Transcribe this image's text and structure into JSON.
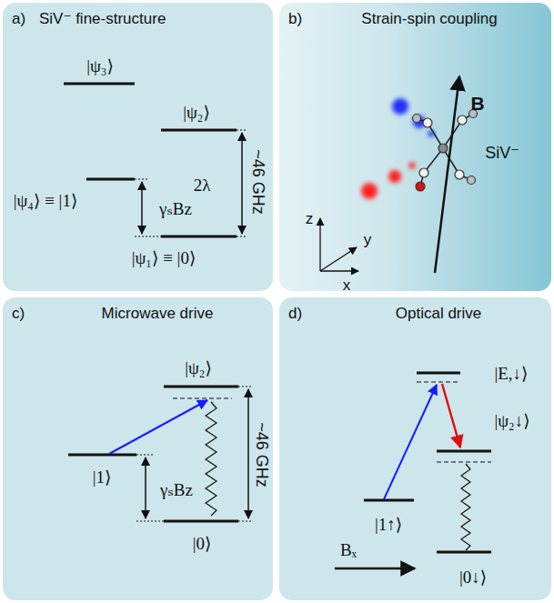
{
  "diagram": {
    "nodes": [
      {
        "text": [
          "a)",
          "SiV⁻ fine-structure"
        ]
      },
      {
        "text": [
          "b)",
          "Strain-spin coupling"
        ]
      },
      {
        "text": [
          "c)",
          "Microwave drive"
        ]
      },
      {
        "text": [
          "d)",
          "Optical drive"
        ]
      }
    ],
    "labels": [
      "|ψ₃⟩",
      "|ψ₂⟩",
      "2λ",
      "~46 GHz",
      "|ψ₄⟩ ≡ |1⟩",
      "γₛBz",
      "|ψ₁⟩ ≡ |0⟩",
      "B",
      "SiV⁻",
      "z",
      "y",
      "x",
      "|ψ₂⟩",
      "~46 GHz",
      "|1⟩",
      "γₛBz",
      "|0⟩",
      "|E,↓⟩",
      "|ψ₂↓⟩",
      "|1↑⟩",
      "|0↓⟩",
      "Bₓ"
    ]
  }
}
